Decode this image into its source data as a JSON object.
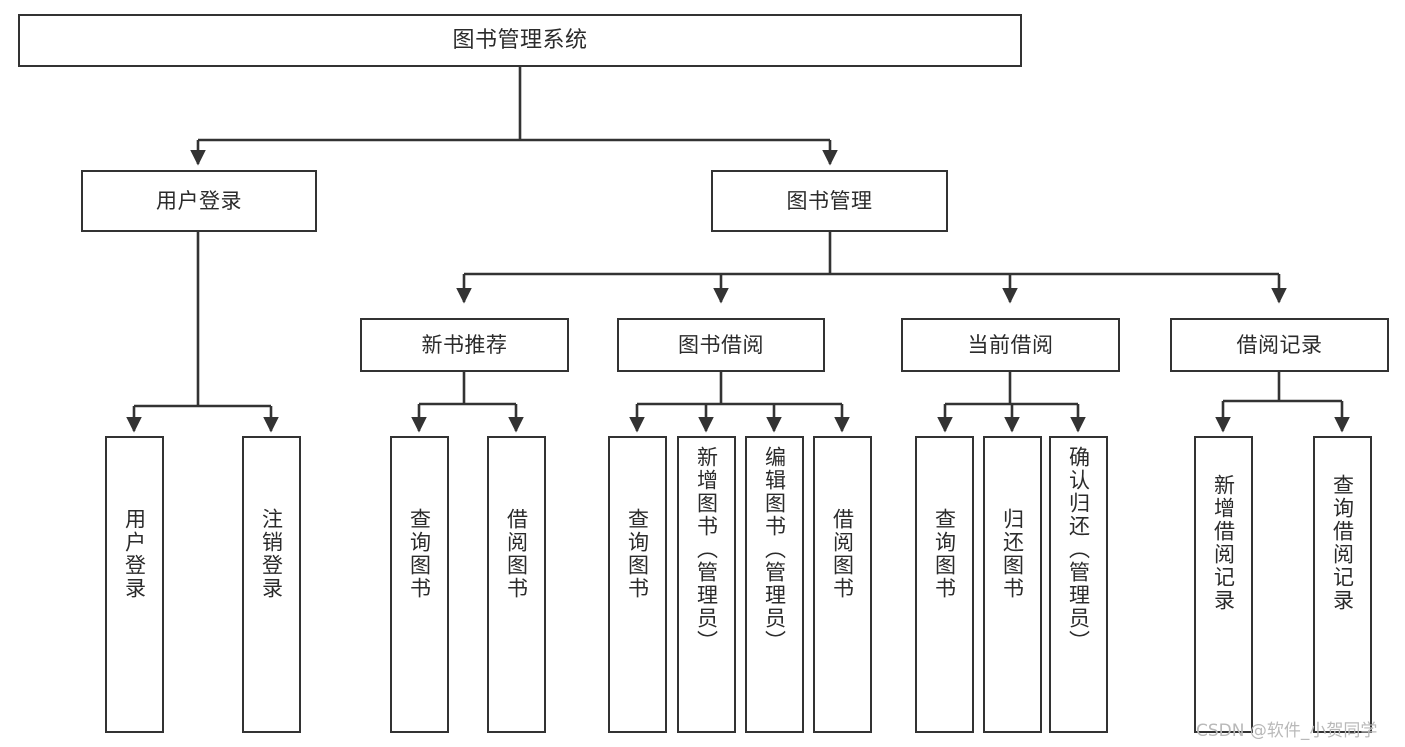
{
  "diagram": {
    "title": "图书管理系统",
    "watermark": "CSDN @软件_小贺同学",
    "colors": {
      "background": "#ffffff",
      "stroke": "#333333",
      "text": "#2b2b2b",
      "watermark": "#b9b9b9"
    },
    "nodes": {
      "root": {
        "label": "图书管理系统"
      },
      "level2": [
        {
          "id": "user-login",
          "label": "用户登录"
        },
        {
          "id": "book-management",
          "label": "图书管理"
        }
      ],
      "level3": [
        {
          "id": "new-book-recommend",
          "label": "新书推荐"
        },
        {
          "id": "book-borrow",
          "label": "图书借阅"
        },
        {
          "id": "current-borrow",
          "label": "当前借阅"
        },
        {
          "id": "borrow-record",
          "label": "借阅记录"
        }
      ],
      "leaves": [
        {
          "id": "leaf-user-login",
          "label": "用户登录"
        },
        {
          "id": "leaf-logout-login",
          "label": "注销登录"
        },
        {
          "id": "leaf-query-book-1",
          "label": "查询图书"
        },
        {
          "id": "leaf-borrow-book-1",
          "label": "借阅图书"
        },
        {
          "id": "leaf-query-book-2",
          "label": "查询图书"
        },
        {
          "id": "leaf-add-book",
          "label": "新增图书（管理员）"
        },
        {
          "id": "leaf-edit-book",
          "label": "编辑图书（管理员）"
        },
        {
          "id": "leaf-borrow-book-2",
          "label": "借阅图书"
        },
        {
          "id": "leaf-query-book-3",
          "label": "查询图书"
        },
        {
          "id": "leaf-return-book",
          "label": "归还图书"
        },
        {
          "id": "leaf-confirm-return",
          "label": "确认归还（管理员）"
        },
        {
          "id": "leaf-add-borrow-record",
          "label": "新增借阅记录"
        },
        {
          "id": "leaf-query-borrow-record",
          "label": "查询借阅记录"
        }
      ]
    }
  }
}
